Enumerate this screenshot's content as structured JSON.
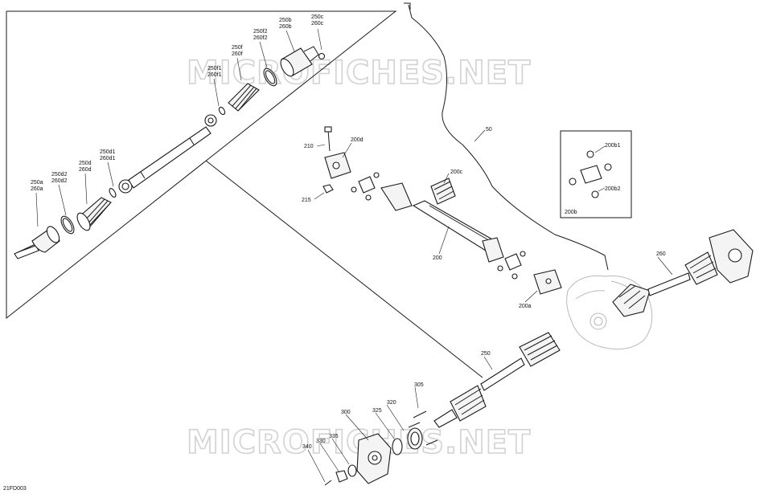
{
  "watermarks": [
    "MICROFICHES.NET",
    "MICROFICHES.NET"
  ],
  "figure_ref": "21FD003",
  "labels": {
    "l250a": "250a",
    "l260a": "260a",
    "l250d2": "250d2",
    "l260d2": "260d2",
    "l250d": "250d",
    "l260d": "260d",
    "l250d1": "250d1",
    "l260d1": "260d1",
    "l250f1": "250f1",
    "l260f1": "260f1",
    "l250f": "250f",
    "l260f": "260f",
    "l250f2": "250f2",
    "l260f2": "260f2",
    "l250b": "250b",
    "l260b": "260b",
    "l250c": "250c",
    "l260c": "260c",
    "l210": "210",
    "l200d": "200d",
    "l215": "215",
    "l200c": "200c",
    "l200": "200",
    "l200a": "200a",
    "l50": "50",
    "l200b1": "200b1",
    "l200b2": "200b2",
    "l200b": "200b",
    "l260": "260",
    "l250": "250",
    "l305": "305",
    "l300": "300",
    "l320": "320",
    "l325": "325",
    "l335": "335",
    "l330": "330",
    "l340": "340"
  }
}
